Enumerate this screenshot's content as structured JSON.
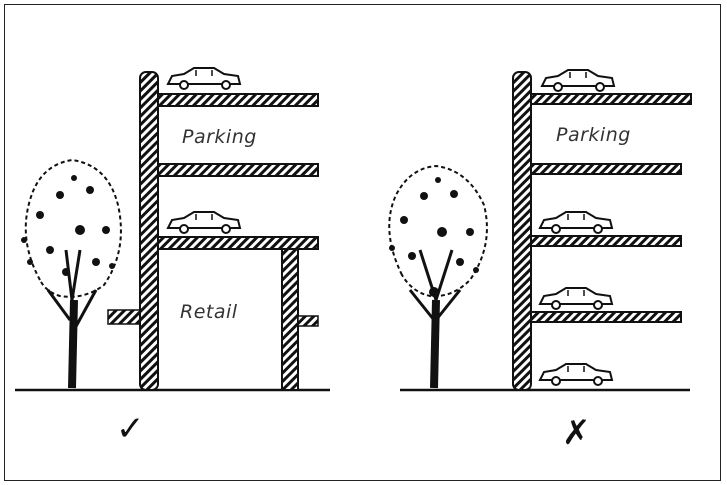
{
  "left_panel": {
    "upper_label": "Parking",
    "lower_label": "Retail",
    "verdict": "✓"
  },
  "right_panel": {
    "upper_label": "Parking",
    "verdict": "✗"
  },
  "colors": {
    "ink": "#111111",
    "paper": "#ffffff",
    "label": "#333333"
  }
}
